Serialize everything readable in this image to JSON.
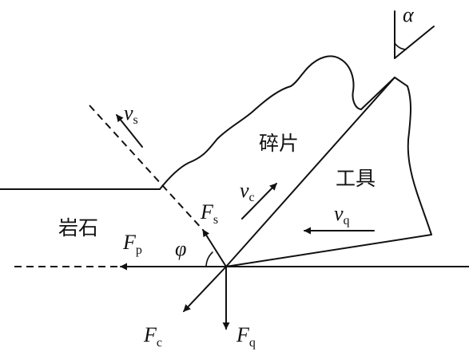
{
  "diagram": {
    "regions": {
      "rock": "岩石",
      "chip": "碎片",
      "tool": "工具"
    },
    "forces": [
      {
        "symbol": "F",
        "subscript": "s"
      },
      {
        "symbol": "F",
        "subscript": "p"
      },
      {
        "symbol": "F",
        "subscript": "c"
      },
      {
        "symbol": "F",
        "subscript": "q"
      }
    ],
    "velocities": [
      {
        "symbol": "v",
        "subscript": "s"
      },
      {
        "symbol": "v",
        "subscript": "c"
      },
      {
        "symbol": "v",
        "subscript": "q"
      }
    ],
    "angles": {
      "shear": "φ",
      "rake": "α"
    }
  }
}
